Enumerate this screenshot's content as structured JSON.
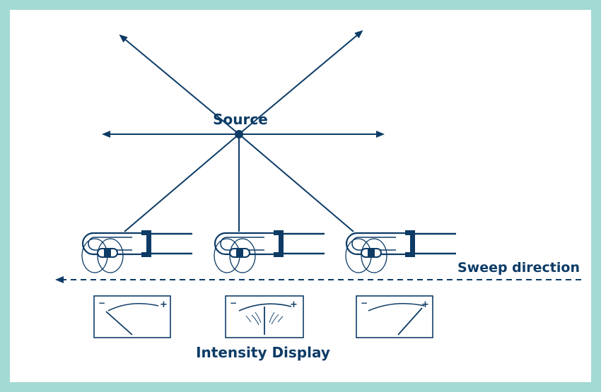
{
  "diagram": {
    "source_label": "Source",
    "sweep_label": "Sweep direction",
    "display_label": "Intensity Display",
    "meter_plus": "+",
    "meter_minus": "−",
    "colors": {
      "ink": "#0d3b66",
      "frame": "#a4dad4",
      "panel": "#ffffff"
    },
    "probe_count": 3,
    "meters": [
      {
        "name": "left-deflection",
        "needle_reading": "left"
      },
      {
        "name": "null",
        "needle_reading": "center"
      },
      {
        "name": "right-deflection",
        "needle_reading": "right"
      }
    ]
  }
}
